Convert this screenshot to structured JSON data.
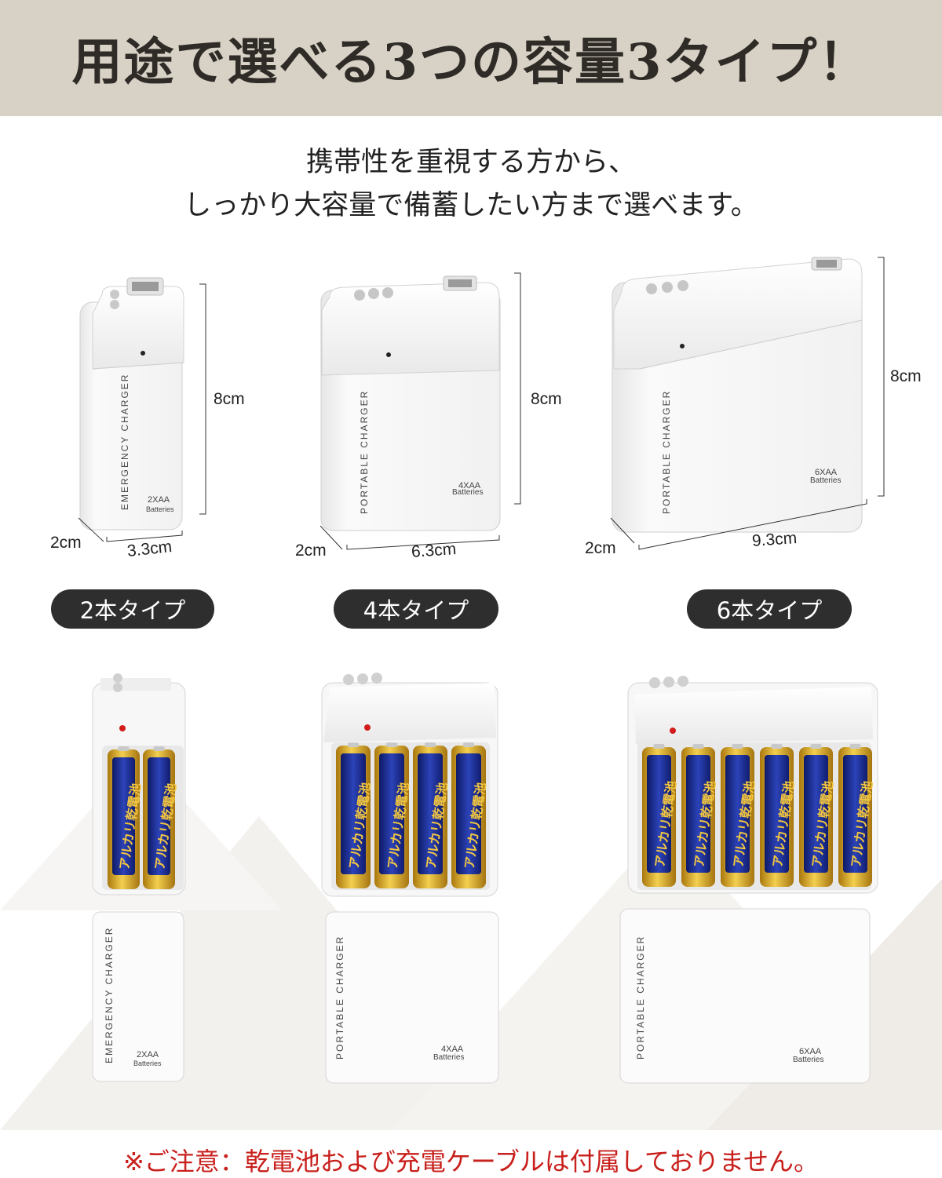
{
  "banner": {
    "title": "用途で選べる3つの容量3タイプ！"
  },
  "subtitle": {
    "line1": "携帯性を重視する方から、",
    "line2": "しっかり大容量で備蓄したい方まで選べます。"
  },
  "products": [
    {
      "type_label": "2本タイプ",
      "height": "8cm",
      "width": "3.3cm",
      "depth": "2cm",
      "body_text": "EMERGENCY CHARGER",
      "capacity_line1": "2XAA",
      "capacity_line2": "Batteries"
    },
    {
      "type_label": "4本タイプ",
      "height": "8cm",
      "width": "6.3cm",
      "depth": "2cm",
      "body_text": "PORTABLE CHARGER",
      "capacity_line1": "4XAA",
      "capacity_line2": "Batteries"
    },
    {
      "type_label": "6本タイプ",
      "height": "8cm",
      "width": "9.3cm",
      "depth": "2cm",
      "body_text": "PORTABLE CHARGER",
      "capacity_line1": "6XAA",
      "capacity_line2": "Batteries"
    }
  ],
  "battery_label": "アルカリ乾電池",
  "notice": "※ご注意：乾電池および充電ケーブルは付属しておりません。",
  "colors": {
    "banner_bg": "#d8d2c6",
    "pill_bg": "#2e2e2e",
    "notice_red": "#c8201c",
    "battery_blue": "#1f2f8f",
    "battery_gold": "#d9a21b"
  }
}
